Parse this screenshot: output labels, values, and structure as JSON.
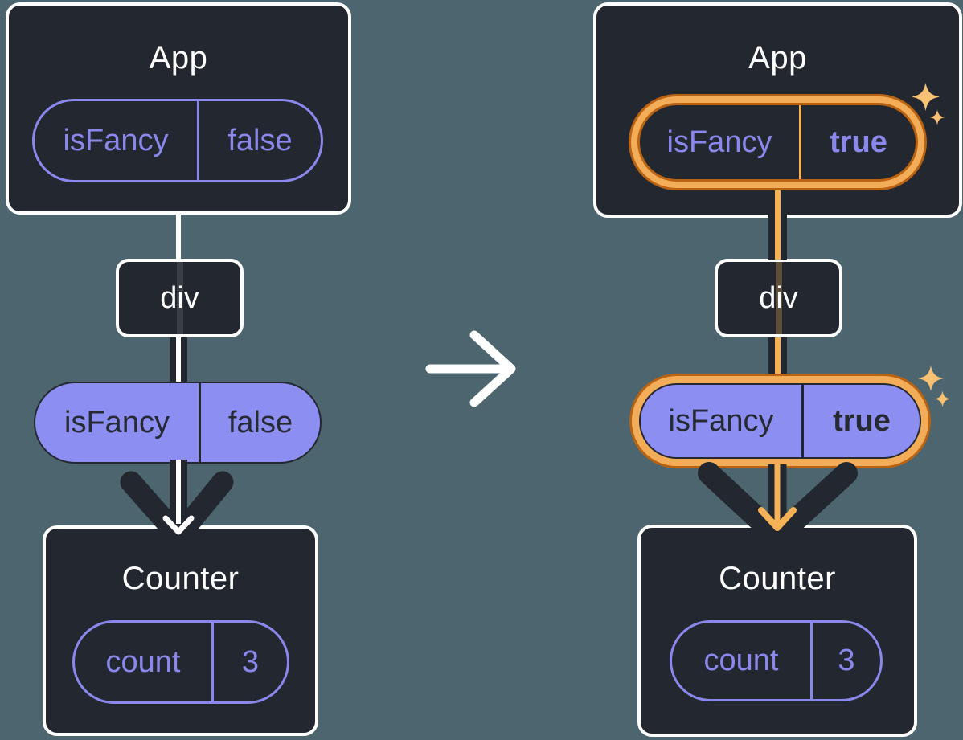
{
  "colors": {
    "bg": "#4c656e",
    "card": "#23272f",
    "white": "#ffffff",
    "purple": "#8a88ec",
    "purple_fill": "#8d8ef2",
    "dark_text": "#262a33",
    "orange_band": "#f3ac58",
    "orange_edge": "#b96312",
    "orange_line": "#f6b257",
    "sparkle": "#f8c173"
  },
  "before": {
    "app": {
      "title": "App",
      "pill": {
        "key": "isFancy",
        "value": "false"
      }
    },
    "container": {
      "label": "div"
    },
    "prop_pill": {
      "key": "isFancy",
      "value": "false"
    },
    "counter": {
      "title": "Counter",
      "pill": {
        "key": "count",
        "value": "3"
      }
    }
  },
  "after": {
    "app": {
      "title": "App",
      "pill": {
        "key": "isFancy",
        "value": "true"
      }
    },
    "container": {
      "label": "div"
    },
    "prop_pill": {
      "key": "isFancy",
      "value": "true"
    },
    "counter": {
      "title": "Counter",
      "pill": {
        "key": "count",
        "value": "3"
      }
    }
  },
  "icons": {
    "transition": "arrow-right-icon",
    "pass_down": "arrow-down-icon",
    "highlight": "sparkle-icon"
  }
}
